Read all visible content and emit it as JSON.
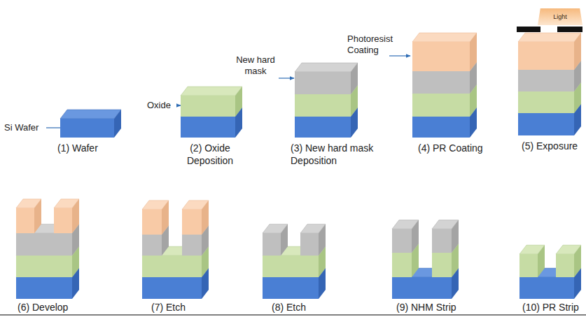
{
  "diagram": {
    "nodes": [
      {
        "text": [
          "Light"
        ]
      }
    ],
    "labels": [
      "Si Wafer",
      "(1) Wafer",
      "Oxide",
      "(2) Oxide Deposition",
      "New hard mask",
      "(3) New hard mask Deposition",
      "Photoresist Coating",
      "(4) PR Coating",
      "(5) Exposure",
      "(6) Develop",
      "(7) Etch",
      "(8) Etch",
      "(9) NHM Strip",
      "(10) PR Strip"
    ]
  }
}
